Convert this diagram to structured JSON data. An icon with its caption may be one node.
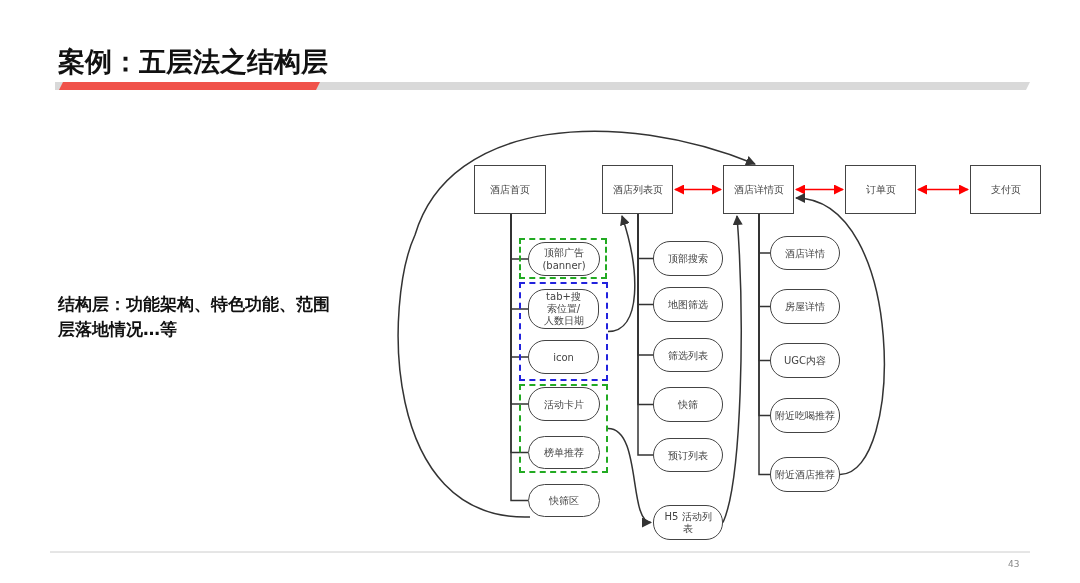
{
  "diagram": {
    "title": "案例：五层法之结构层",
    "nodes": [
      {
        "text": [
          "酒店首页"
        ]
      },
      {
        "text": [
          "酒店列表页"
        ]
      },
      {
        "text": [
          "酒店详情页"
        ]
      },
      {
        "text": [
          "订单页"
        ]
      },
      {
        "text": [
          "支付页"
        ]
      },
      {
        "text": [],
        "shape": "box"
      },
      {
        "text": [
          "顶部广告 (banner)"
        ],
        "in": 5
      },
      {
        "text": [],
        "shape": "box"
      },
      {
        "text": [
          "tab+搜索位置/人数日期"
        ],
        "in": 7
      },
      {
        "text": [
          "icon"
        ],
        "in": 7
      },
      {
        "text": [],
        "shape": "box"
      },
      {
        "text": [
          "活动卡片"
        ],
        "in": 10
      },
      {
        "text": [
          "榜单推荐"
        ],
        "in": 10
      },
      {
        "text": [
          "快筛区"
        ]
      },
      {
        "text": [
          "顶部搜索"
        ]
      },
      {
        "text": [
          "地图筛选"
        ]
      },
      {
        "text": [
          "筛选列表"
        ]
      },
      {
        "text": [
          "快筛"
        ]
      },
      {
        "text": [
          "预订列表"
        ]
      },
      {
        "text": [
          "H5 活动列表"
        ]
      },
      {
        "text": [
          "酒店详情"
        ]
      },
      {
        "text": [
          "房屋详情"
        ]
      },
      {
        "text": [
          "UGC内容"
        ]
      },
      {
        "text": [
          "附近吃喝推荐"
        ]
      },
      {
        "text": [
          "附近酒店推荐"
        ]
      }
    ],
    "edges": [
      {
        "from": 0,
        "to": 6,
        "arrow": "none"
      },
      {
        "from": 0,
        "to": 8,
        "arrow": "none"
      },
      {
        "from": 0,
        "to": 9,
        "arrow": "none"
      },
      {
        "from": 0,
        "to": 11,
        "arrow": "none"
      },
      {
        "from": 0,
        "to": 12,
        "arrow": "none"
      },
      {
        "from": 0,
        "to": 13,
        "arrow": "none"
      },
      {
        "from": 1,
        "to": 14,
        "arrow": "none"
      },
      {
        "from": 1,
        "to": 15,
        "arrow": "none"
      },
      {
        "from": 1,
        "to": 16,
        "arrow": "none"
      },
      {
        "from": 1,
        "to": 17,
        "arrow": "none"
      },
      {
        "from": 1,
        "to": 18,
        "arrow": "none"
      },
      {
        "from": 2,
        "to": 20,
        "arrow": "none"
      },
      {
        "from": 2,
        "to": 21,
        "arrow": "none"
      },
      {
        "from": 2,
        "to": 22,
        "arrow": "none"
      },
      {
        "from": 2,
        "to": 23,
        "arrow": "none"
      },
      {
        "from": 2,
        "to": 24,
        "arrow": "none"
      },
      {
        "from": 1,
        "to": 2,
        "arrow": "both",
        "color": "#ff0000"
      },
      {
        "from": 2,
        "to": 3,
        "arrow": "both",
        "color": "#ff0000"
      },
      {
        "from": 3,
        "to": 4,
        "arrow": "both",
        "color": "#ff0000"
      },
      {
        "from": 7,
        "to": 1,
        "arrow": "to"
      },
      {
        "from": 10,
        "to": 19,
        "arrow": "to"
      },
      {
        "from": 19,
        "to": 2,
        "arrow": "to"
      },
      {
        "from": 24,
        "to": 2,
        "arrow": "to"
      },
      {
        "from": 13,
        "to": 2,
        "arrow": "to"
      }
    ],
    "labels": [
      "结构层：功能架构、特色功能、范围层落地情况…等",
      "43"
    ]
  }
}
